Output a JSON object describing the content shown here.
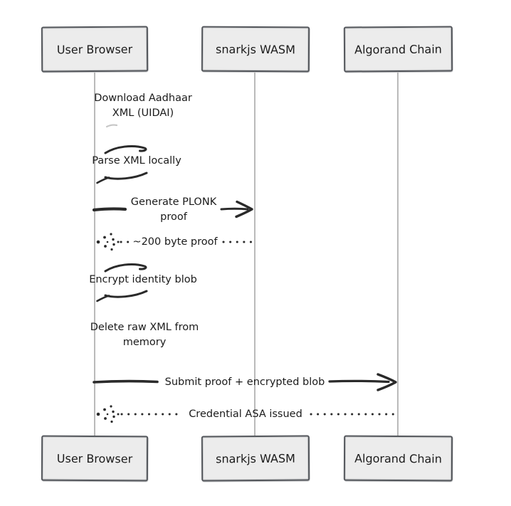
{
  "diagram": {
    "type": "sequence-diagram",
    "style": "hand-drawn",
    "actors": [
      {
        "id": "user-browser",
        "label": "User Browser"
      },
      {
        "id": "snarkjs-wasm",
        "label": "snarkjs WASM"
      },
      {
        "id": "algorand-chain",
        "label": "Algorand Chain"
      }
    ],
    "messages": [
      {
        "label": "Download Aadhaar XML (UIDAI)",
        "type": "self",
        "from": "User Browser",
        "to": "User Browser",
        "line": "none"
      },
      {
        "label": "Parse XML locally",
        "type": "self",
        "from": "User Browser",
        "to": "User Browser",
        "line": "loop"
      },
      {
        "label": "Generate PLONK proof",
        "type": "call",
        "from": "User Browser",
        "to": "snarkjs WASM",
        "line": "solid-arrow"
      },
      {
        "label": "~200 byte proof",
        "type": "return",
        "from": "snarkjs WASM",
        "to": "User Browser",
        "line": "dotted-arrow"
      },
      {
        "label": "Encrypt identity blob",
        "type": "self",
        "from": "User Browser",
        "to": "User Browser",
        "line": "loop"
      },
      {
        "label": "Delete raw XML from memory",
        "type": "self",
        "from": "User Browser",
        "to": "User Browser",
        "line": "none"
      },
      {
        "label": "Submit proof + encrypted blob",
        "type": "call",
        "from": "User Browser",
        "to": "Algorand Chain",
        "line": "solid-arrow"
      },
      {
        "label": "Credential ASA issued",
        "type": "return",
        "from": "Algorand Chain",
        "to": "User Browser",
        "line": "dotted-arrow"
      }
    ],
    "colors": {
      "background": "#ffffff",
      "actor_fill": "#ececec",
      "actor_border": "#54575c",
      "lifeline": "#a8a8a8",
      "ink": "#2a2a2a",
      "text": "#1b1b1b",
      "faded_ink": "#c6c6c6"
    }
  }
}
